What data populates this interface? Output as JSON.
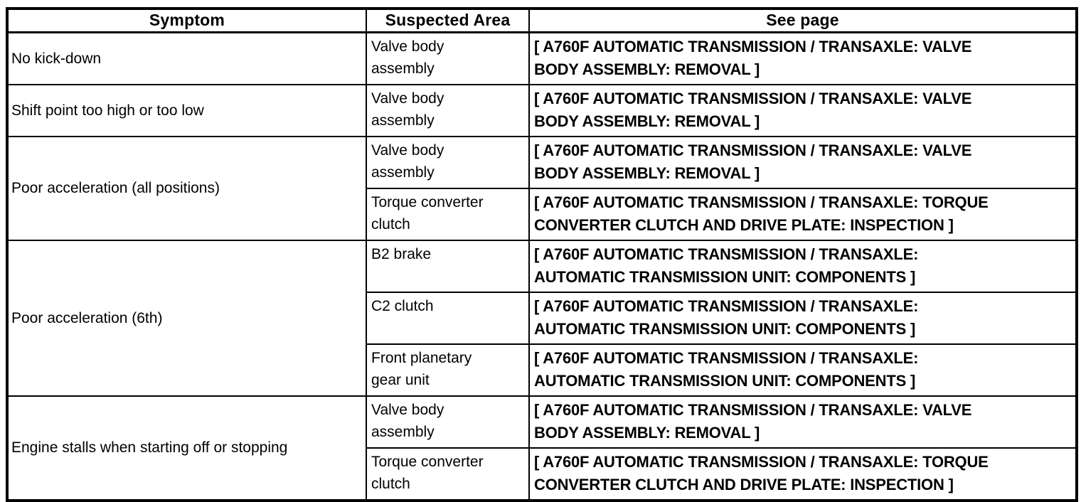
{
  "table": {
    "columns": [
      "Symptom",
      "Suspected Area",
      "See page"
    ],
    "groups": [
      {
        "symptom": "No kick-down",
        "entries": [
          {
            "area": "Valve body\nassembly",
            "see_page": "[ A760F AUTOMATIC TRANSMISSION / TRANSAXLE: VALVE\nBODY ASSEMBLY: REMOVAL ]"
          }
        ]
      },
      {
        "symptom": "Shift point too high or too low",
        "entries": [
          {
            "area": "Valve body\nassembly",
            "see_page": "[ A760F AUTOMATIC TRANSMISSION / TRANSAXLE: VALVE\nBODY ASSEMBLY: REMOVAL ]"
          }
        ]
      },
      {
        "symptom": "Poor acceleration (all positions)",
        "entries": [
          {
            "area": "Valve body\nassembly",
            "see_page": "[ A760F AUTOMATIC TRANSMISSION / TRANSAXLE: VALVE\nBODY ASSEMBLY: REMOVAL ]"
          },
          {
            "area": "Torque converter\nclutch",
            "see_page": "[ A760F AUTOMATIC TRANSMISSION / TRANSAXLE: TORQUE\nCONVERTER CLUTCH AND DRIVE PLATE: INSPECTION ]"
          }
        ]
      },
      {
        "symptom": "Poor acceleration (6th)",
        "entries": [
          {
            "area": "B2 brake",
            "see_page": "[ A760F AUTOMATIC TRANSMISSION / TRANSAXLE:\nAUTOMATIC TRANSMISSION UNIT: COMPONENTS ]"
          },
          {
            "area": "C2 clutch",
            "see_page": "[ A760F AUTOMATIC TRANSMISSION / TRANSAXLE:\nAUTOMATIC TRANSMISSION UNIT: COMPONENTS ]"
          },
          {
            "area": "Front planetary\ngear unit",
            "see_page": "[ A760F AUTOMATIC TRANSMISSION / TRANSAXLE:\nAUTOMATIC TRANSMISSION UNIT: COMPONENTS ]"
          }
        ]
      },
      {
        "symptom": "Engine stalls when starting off or stopping",
        "entries": [
          {
            "area": "Valve body\nassembly",
            "see_page": "[ A760F AUTOMATIC TRANSMISSION / TRANSAXLE: VALVE\nBODY ASSEMBLY: REMOVAL ]"
          },
          {
            "area": "Torque converter\nclutch",
            "see_page": "[ A760F AUTOMATIC TRANSMISSION / TRANSAXLE: TORQUE\nCONVERTER CLUTCH AND DRIVE PLATE: INSPECTION ]"
          }
        ]
      }
    ]
  }
}
